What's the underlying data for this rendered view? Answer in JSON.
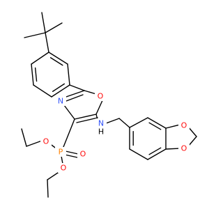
{
  "atoms": {
    "n_ring": "N",
    "o_ring": "O",
    "n_amine": "N",
    "h_amine": "H",
    "phosphorus": "P",
    "o_phosphoryl": "O",
    "o_ester_1": "O",
    "o_ester_2": "O",
    "o_dioxole_1": "O",
    "o_dioxole_2": "O"
  },
  "colors": {
    "bond": "#000000",
    "nitrogen": "#3050F8",
    "oxygen": "#FF0D0D",
    "phosphorus": "#FF8000",
    "hydrogen": "#000000",
    "background": "#FFFFFF"
  }
}
